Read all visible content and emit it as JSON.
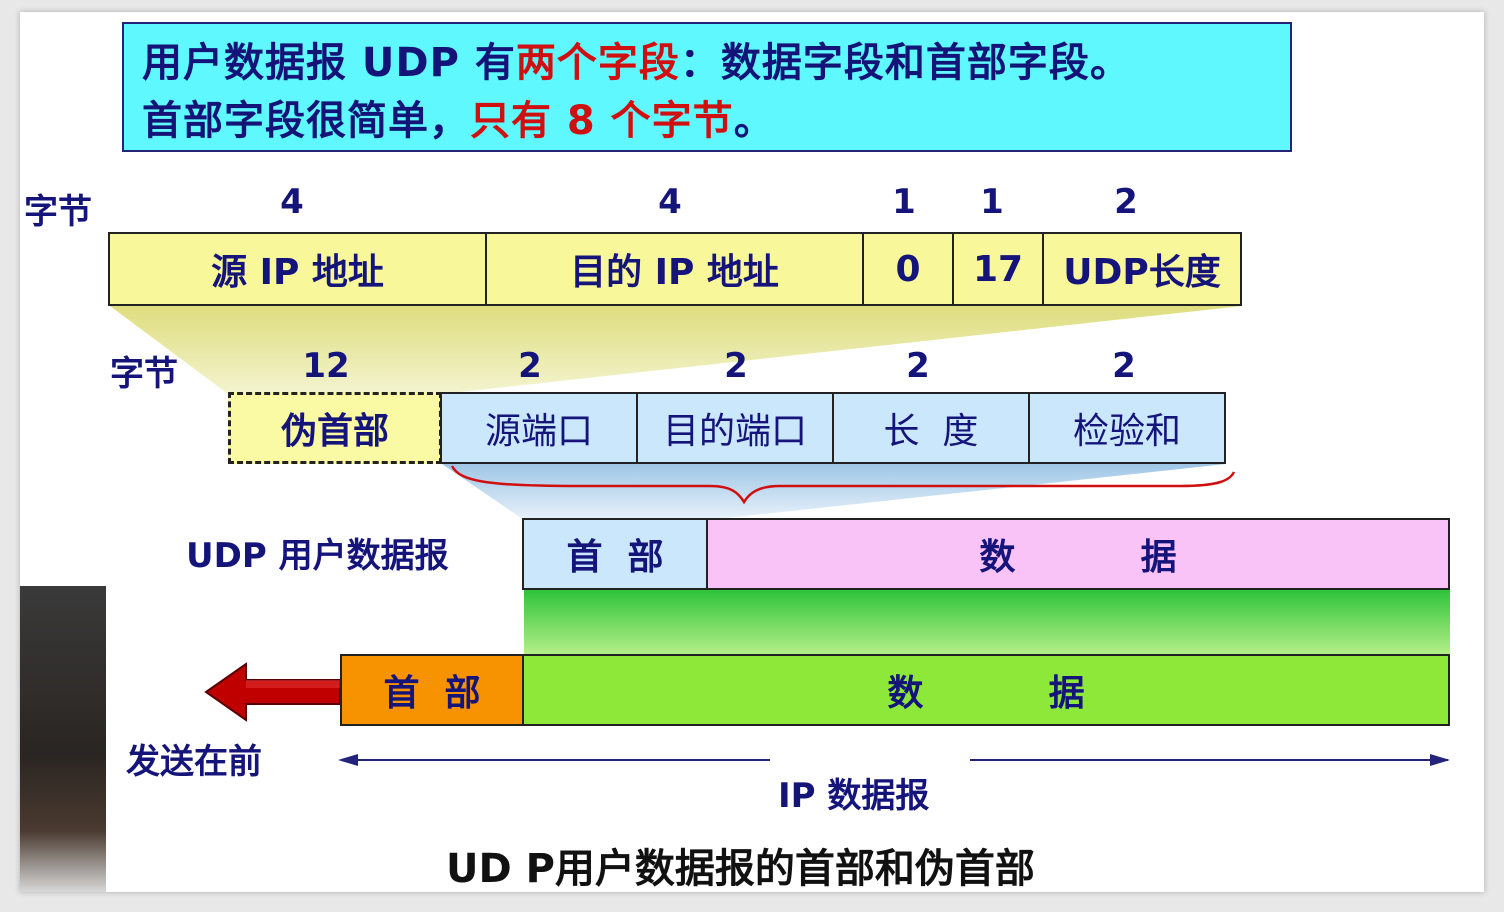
{
  "banner": {
    "line1_a": "用户数据报 UDP 有",
    "line1_b": "两个字段",
    "line1_c": "：数据字段和首部字段。",
    "line2_a": "首部字段很简单，",
    "line2_b": "只有 8 个字节",
    "line2_c": "。"
  },
  "ip_pseudo": {
    "bytes_label": "字节",
    "sizes": [
      "4",
      "4",
      "1",
      "1",
      "2"
    ],
    "fields": [
      "源 IP 地址",
      "目的 IP 地址",
      "0",
      "17",
      "UDP长度"
    ]
  },
  "udp_header": {
    "bytes_label": "字节",
    "pseudo_size": "12",
    "pseudo_label": "伪首部",
    "sizes": [
      "2",
      "2",
      "2",
      "2"
    ],
    "fields": [
      "源端口",
      "目的端口",
      "长  度",
      "检验和"
    ]
  },
  "udp_datagram": {
    "label": "UDP 用户数据报",
    "header": "首  部",
    "data": "数          据"
  },
  "ip_datagram": {
    "header": "首  部",
    "data": "数          据",
    "send_first": "发送在前",
    "span_label": "IP 数据报"
  },
  "caption": "UD P用户数据报的首部和伪首部",
  "colors": {
    "banner_bg": "#5ff8ff",
    "ip_fields_bg": "#f8f79a",
    "udp_header_bg": "#cbe7fb",
    "udp_data_bg": "#f9c3f8",
    "ip_header_bg": "#f79200",
    "ip_data_bg": "#8de83a",
    "arrow": "#c00000",
    "text": "#14147a"
  }
}
